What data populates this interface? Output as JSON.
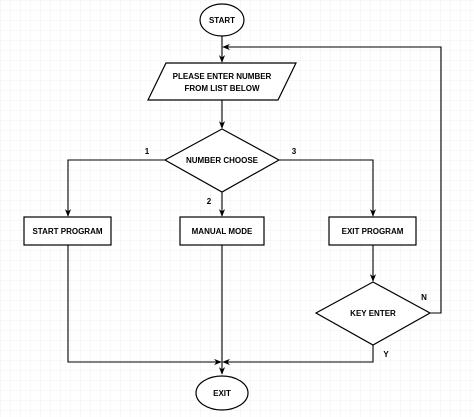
{
  "diagram": {
    "nodes": {
      "start": "START",
      "input": [
        "PLEASE ENTER NUMBER",
        "FROM LIST BELOW"
      ],
      "decision": "NUMBER CHOOSE",
      "start_program": "START PROGRAM",
      "manual_mode": "MANUAL MODE",
      "exit_program": "EXIT PROGRAM",
      "key_enter": "KEY ENTER",
      "exit": "EXIT"
    },
    "edge_labels": {
      "option_1": "1",
      "option_2": "2",
      "option_3": "3",
      "no": "N",
      "yes": "Y"
    },
    "colors": {
      "grid": "#e6e6e6",
      "stroke": "#000000",
      "fill": "#ffffff"
    }
  }
}
